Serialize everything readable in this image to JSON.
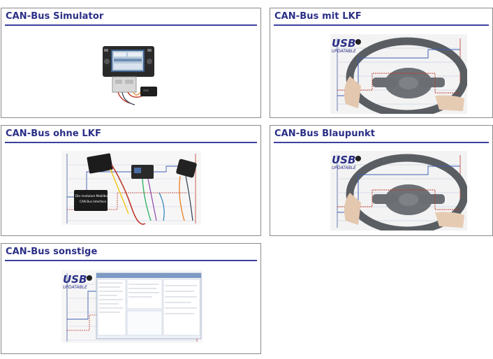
{
  "cards": [
    {
      "title": "CAN-Bus Simulator",
      "image": "simulator-radio-unit"
    },
    {
      "title": "CAN-Bus mit LKF",
      "image": "steering-wheel-usb-chart"
    },
    {
      "title": "CAN-Bus ohne LKF",
      "image": "adapter-cables-chart"
    },
    {
      "title": "CAN-Bus Blaupunkt",
      "image": "steering-wheel-usb-chart"
    },
    {
      "title": "CAN-Bus sonstige",
      "image": "software-screenshot-chart"
    }
  ],
  "usb_badge": {
    "text": "USB",
    "subtext": "UPDATABLE"
  },
  "module_label": {
    "line1": "Die modulare Mobilbox",
    "line2": "CAN Bus Interface"
  },
  "colors": {
    "title": "#2b2f86",
    "rule": "#3b3fa0",
    "border": "#8a8a8a"
  }
}
